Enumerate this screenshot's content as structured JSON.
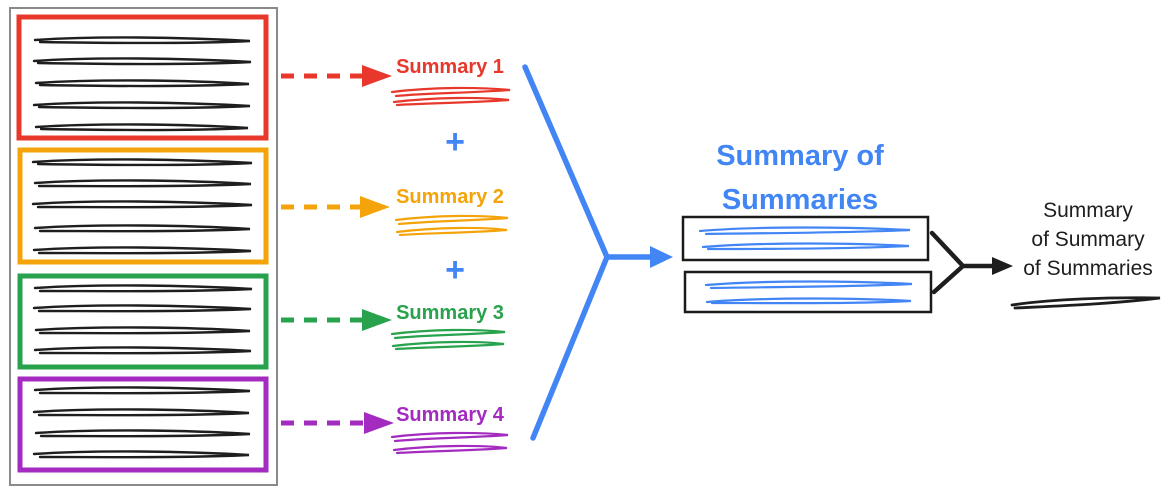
{
  "colors": {
    "red": "#E8382C",
    "yellow": "#F4A40A",
    "green": "#28A24C",
    "purple": "#A32BBF",
    "blue": "#4285F4",
    "ink": "#1E1E1E",
    "frame-gray": "#8A8A8A"
  },
  "source_document": {
    "sections": [
      {
        "name": "section-1",
        "color_name": "red",
        "text_line_count": 5
      },
      {
        "name": "section-2",
        "color_name": "yellow",
        "text_line_count": 5
      },
      {
        "name": "section-3",
        "color_name": "green",
        "text_line_count": 4
      },
      {
        "name": "section-4",
        "color_name": "purple",
        "text_line_count": 4
      }
    ]
  },
  "summaries": [
    {
      "label": "Summary 1",
      "color_name": "red"
    },
    {
      "label": "Summary 2",
      "color_name": "yellow"
    },
    {
      "label": "Summary 3",
      "color_name": "green"
    },
    {
      "label": "Summary 4",
      "color_name": "purple"
    }
  ],
  "plus_operator": "+",
  "summary_of_summaries": {
    "title_line1": "Summary of",
    "title_line2": "Summaries",
    "box_count": 2
  },
  "final_summary": {
    "line1": "Summary",
    "line2": "of Summary",
    "line3": "of Summaries"
  }
}
